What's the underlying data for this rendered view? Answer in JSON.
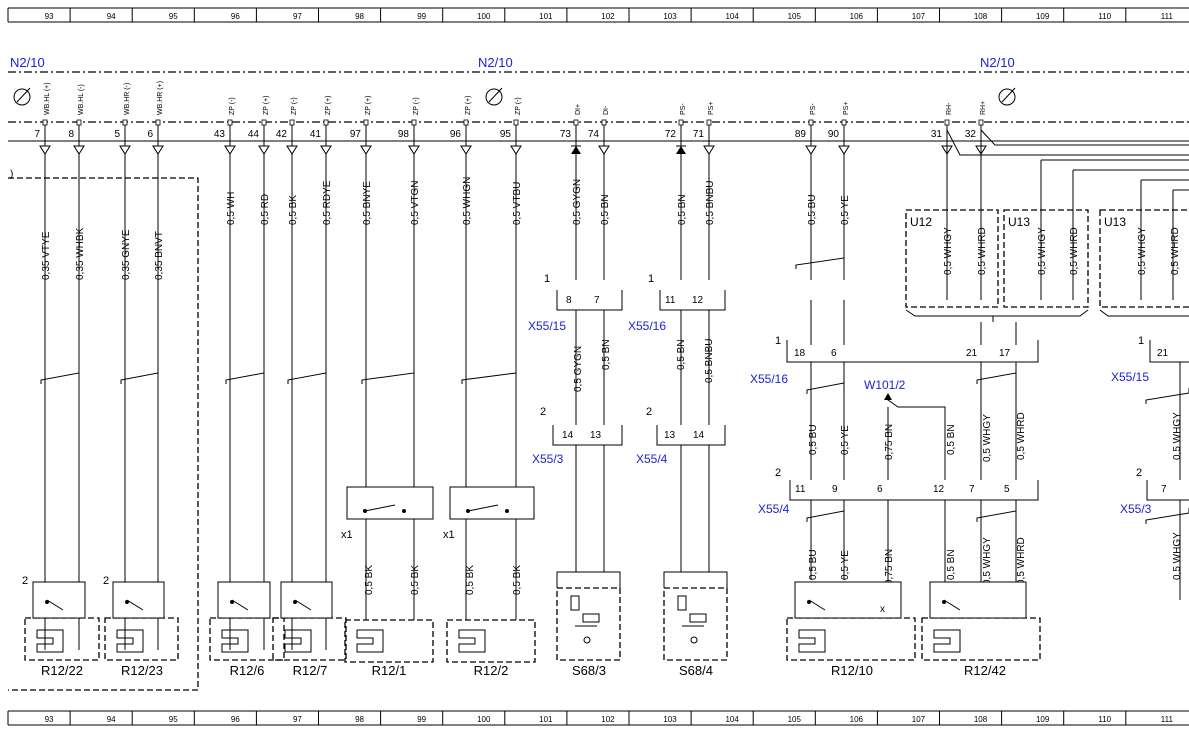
{
  "ruler": [
    "93",
    "94",
    "95",
    "96",
    "97",
    "98",
    "99",
    "100",
    "101",
    "102",
    "103",
    "104",
    "105",
    "106",
    "107",
    "108",
    "109",
    "110",
    "111"
  ],
  "modules": [
    "N2/10",
    "N2/10",
    "N2/10"
  ],
  "top_wires": [
    {
      "sig": "WB.HL (+)",
      "pin": "7",
      "label": "0,35 VTYE"
    },
    {
      "sig": "WB.HL (-)",
      "pin": "8",
      "label": "0,35 WHBK"
    },
    {
      "sig": "WB.HR (-)",
      "pin": "5",
      "label": "0,35 GNYE"
    },
    {
      "sig": "WB.HR (+)",
      "pin": "6",
      "label": "0,35 BNVT"
    },
    {
      "sig": "ZP (-)",
      "pin": "43",
      "label": "0,5 WH"
    },
    {
      "sig": "ZP (+)",
      "pin": "44",
      "label": "0,5 RD"
    },
    {
      "sig": "ZP (-)",
      "pin": "42",
      "label": "0,5 BK"
    },
    {
      "sig": "ZP (+)",
      "pin": "41",
      "label": "0,5 RDYE"
    },
    {
      "sig": "ZP (+)",
      "pin": "97",
      "label": "0,5 BNYE"
    },
    {
      "sig": "ZP (-)",
      "pin": "98",
      "label": "0,5 VTGN"
    },
    {
      "sig": "ZP (+)",
      "pin": "96",
      "label": "0,5 WHGN"
    },
    {
      "sig": "ZP (-)",
      "pin": "95",
      "label": "0,5 VTBU"
    },
    {
      "sig": "DI+",
      "pin": "73",
      "label": "0,5 GYGN"
    },
    {
      "sig": "DI-",
      "pin": "74",
      "label": "0,5 BN"
    },
    {
      "sig": "PS-",
      "pin": "72",
      "label": "0,5 BN"
    },
    {
      "sig": "PS+",
      "pin": "71",
      "label": "0,5 BNBU"
    },
    {
      "sig": "PS-",
      "pin": "89",
      "label": "0,5 BU"
    },
    {
      "sig": "PS+",
      "pin": "90",
      "label": "0,5 YE"
    },
    {
      "sig": "RH-",
      "pin": "31",
      "label": ""
    },
    {
      "sig": "RH+",
      "pin": "32",
      "label": ""
    }
  ],
  "u_boxes": [
    {
      "name": "U12",
      "w1": "0,5 WHGY",
      "w2": "0,5 WHRD"
    },
    {
      "name": "U13",
      "w1": "0,5 WHGY",
      "w2": "0,5 WHRD"
    },
    {
      "name": "U13",
      "w1": "0,5 WHGY",
      "w2": "0,5 WHRD"
    }
  ],
  "connectors": {
    "x55_15": {
      "name": "X55/15",
      "num": "1",
      "p1": "8",
      "p2": "7"
    },
    "x55_16a": {
      "name": "X55/16",
      "num": "1",
      "p1": "11",
      "p2": "12"
    },
    "x55_3a": {
      "name": "X55/3",
      "num": "2",
      "p1": "14",
      "p2": "13"
    },
    "x55_4a": {
      "name": "X55/4",
      "num": "2",
      "p1": "13",
      "p2": "14"
    },
    "x55_16b": {
      "name": "X55/16",
      "num": "1",
      "p1": "18",
      "p2": "6",
      "p3": "21",
      "p4": "17"
    },
    "x55_4b": {
      "name": "X55/4",
      "num": "2",
      "p1": "11",
      "p2": "9",
      "p3": "6",
      "p4": "12",
      "p5": "7",
      "p6": "5"
    },
    "x55_15b": {
      "name": "X55/15",
      "num": "1",
      "p1": "21"
    },
    "x55_3b": {
      "name": "X55/3",
      "num": "2",
      "p1": "7"
    }
  },
  "mid_labels": {
    "gygn": "0,5 GYGN",
    "bn": "0,5 BN",
    "bn2": "0,5 BN",
    "bnbu": "0,5 BNBU",
    "bu": "0,5 BU",
    "ye": "0,5 YE",
    "bn75": "0,75 BN",
    "bn5": "0,5 BN",
    "whgy": "0,5 WHGY",
    "whrd": "0,5 WHRD",
    "bu2": "0,5 BU",
    "ye2": "0,5 YE",
    "bn75b": "0,75 BN",
    "bn5b": "0,5 BN",
    "whgy2": "0,5 WHGY",
    "whrd2": "0,5 WHRD",
    "whgyR": "0,5 WHGY",
    "whgyR2": "0,5 WHGY",
    "bk1": "0,5 BK",
    "bk2": "0,5 BK",
    "bk3": "0,5 BK",
    "bk4": "0,5 BK"
  },
  "splice": "W101/2",
  "switch_marks": [
    "x1",
    "x1"
  ],
  "components": [
    "R12/22",
    "R12/23",
    "R12/6",
    "R12/7",
    "R12/1",
    "R12/2",
    "S68/3",
    "S68/4",
    "R12/10",
    "R12/42"
  ],
  "pin_nums": {
    "one": "1",
    "two": "2",
    "x": "x"
  }
}
